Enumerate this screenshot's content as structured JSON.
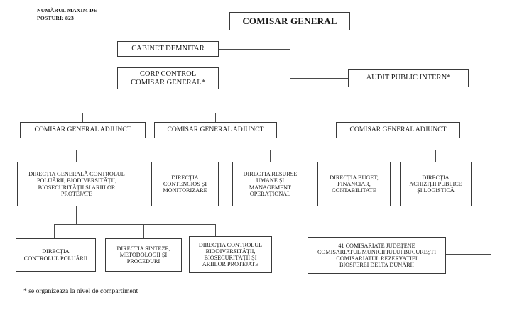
{
  "chart_data": {
    "type": "diagram",
    "diagram_kind": "organizational-chart",
    "title": "COMISAR GENERAL",
    "headcount_note": "NUMĂRUL MAXIM DE\nPOSTURI: 823",
    "footnote": "* se organizeaza la nivel de compartiment",
    "levels": [
      {
        "level": 0,
        "nodes": [
          {
            "id": "root",
            "label": "COMISAR GENERAL"
          }
        ]
      },
      {
        "level": 1,
        "kind": "staff",
        "nodes": [
          {
            "id": "cabinet",
            "label": "CABINET DEMNITAR",
            "parent": "root"
          },
          {
            "id": "corp-control",
            "label": "CORP CONTROL\nCOMISAR GENERAL*",
            "parent": "root"
          },
          {
            "id": "audit",
            "label": "AUDIT PUBLIC INTERN*",
            "parent": "root"
          }
        ]
      },
      {
        "level": 2,
        "kind": "deputies",
        "nodes": [
          {
            "id": "adj1",
            "label": "COMISAR GENERAL ADJUNCT",
            "parent": "root"
          },
          {
            "id": "adj2",
            "label": "COMISAR GENERAL ADJUNCT",
            "parent": "root"
          },
          {
            "id": "adj3",
            "label": "COMISAR GENERAL ADJUNCT",
            "parent": "root"
          }
        ]
      },
      {
        "level": 3,
        "kind": "directions",
        "nodes": [
          {
            "id": "dir1",
            "label": "DIRECȚIA GENERALĂ CONTROLUL\nPOLUĂRII, BIODIVERSITĂȚII,\nBIOSECURITĂȚII ȘI ARIILOR\nPROTEJATE"
          },
          {
            "id": "dir2",
            "label": "DIRECȚIA\nCONTENCIOS ȘI\nMONITORIZARE"
          },
          {
            "id": "dir3",
            "label": "DIRECTIA RESURSE\nUMANE ȘI\nMANAGEMENT\nOPERAȚIONAL"
          },
          {
            "id": "dir4",
            "label": "DIRECȚIA BUGET,\nFINANCIAR,\nCONTABILITATE"
          },
          {
            "id": "dir5",
            "label": "DIRECȚIA\nACHIZIȚII PUBLICE\nȘI LOGISTICĂ"
          }
        ]
      },
      {
        "level": 4,
        "kind": "sub-directions",
        "nodes": [
          {
            "id": "sub1",
            "label": "DIRECȚIA\nCONTROLUL POLUĂRII",
            "parent": "dir1"
          },
          {
            "id": "sub2",
            "label": "DIRECȚIA SINTEZE,\nMETODOLOGII ȘI\nPROCEDURI",
            "parent": "dir1"
          },
          {
            "id": "sub3",
            "label": "DIRECȚIA CONTROLUL\nBIODIVERSITĂȚII,\nBIOSECURITĂȚII ȘI\nARIILOR PROTEJATE",
            "parent": "dir1"
          },
          {
            "id": "territorial",
            "label": "41 COMISARIATE JUDEȚENE\nCOMISARIATUL MUNICIPIULUI BUCUREȘTI\nCOMISARIATUL REZERVAȚIEI\nBIOSFEREI DELTA DUNĂRII"
          }
        ]
      }
    ],
    "colors": {
      "box_border": "#3a3a3a",
      "connector": "#4a4a4a",
      "background": "#ffffff",
      "text": "#1a1a1a"
    }
  }
}
